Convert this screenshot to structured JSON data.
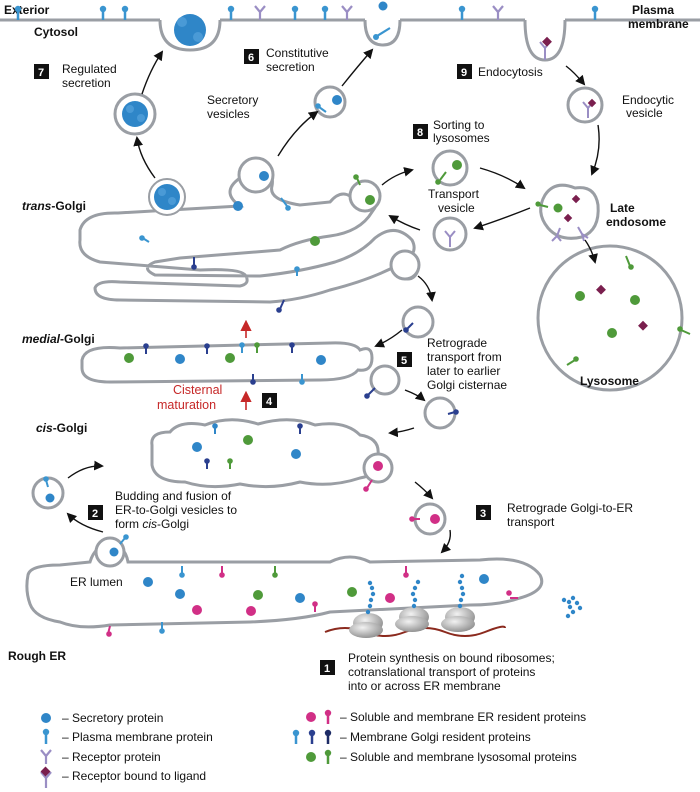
{
  "labels": {
    "exterior": "Exterior",
    "plasma_membrane": "Plasma",
    "plasma_membrane_2": "membrane",
    "cytosol": "Cytosol",
    "trans_golgi_prefix": "trans",
    "trans_golgi_suffix": "-Golgi",
    "medial_golgi_prefix": "medial",
    "medial_golgi_suffix": "-Golgi",
    "cis_golgi_prefix": "cis",
    "cis_golgi_suffix": "-Golgi",
    "rough_er": "Rough ER",
    "er_lumen": "ER lumen",
    "secretory_vesicles_1": "Secretory",
    "secretory_vesicles_2": "vesicles",
    "transport_vesicle_1": "Transport",
    "transport_vesicle_2": "vesicle",
    "endocytic_vesicle_1": "Endocytic",
    "endocytic_vesicle_2": "vesicle",
    "late_endosome_1": "Late",
    "late_endosome_2": "endosome",
    "lysosome": "Lysosome",
    "cisternal_maturation_1": "Cisternal",
    "cisternal_maturation_2": "maturation"
  },
  "steps": [
    {
      "num": "1",
      "lines": [
        "Protein synthesis on bound ribosomes;",
        "cotranslational transport of proteins",
        "into or across ER membrane"
      ]
    },
    {
      "num": "2",
      "lines": [
        "Budding and fusion of",
        "ER-to-Golgi vesicles to",
        "form cis-Golgi"
      ]
    },
    {
      "num": "3",
      "lines": [
        "Retrograde Golgi-to-ER",
        "transport"
      ]
    },
    {
      "num": "4",
      "lines": []
    },
    {
      "num": "5",
      "lines": [
        "Retrograde",
        "transport from",
        "later to earlier",
        "Golgi cisternae"
      ]
    },
    {
      "num": "6",
      "lines": [
        "Constitutive",
        "secretion"
      ]
    },
    {
      "num": "7",
      "lines": [
        "Regulated",
        "secretion"
      ]
    },
    {
      "num": "8",
      "lines": [
        "Sorting to",
        "lysosomes"
      ]
    },
    {
      "num": "9",
      "lines": [
        "Endocytosis"
      ]
    }
  ],
  "legend": [
    {
      "icon": "secretory-protein-icon",
      "text": "– Secretory protein"
    },
    {
      "icon": "plasma-membrane-protein-icon",
      "text": "– Plasma membrane protein"
    },
    {
      "icon": "receptor-protein-icon",
      "text": "– Receptor protein"
    },
    {
      "icon": "receptor-ligand-icon",
      "text": "– Receptor bound to ligand"
    },
    {
      "icon": "er-resident-protein-icon",
      "text": "– Soluble and membrane ER resident proteins"
    },
    {
      "icon": "golgi-resident-protein-icon",
      "text": "– Membrane Golgi resident proteins"
    },
    {
      "icon": "lysosomal-protein-icon",
      "text": "– Soluble and membrane lysosomal proteins"
    }
  ],
  "colors": {
    "secretory": "#2f86c8",
    "plasma_protein": "#3a95d0",
    "receptor": "#9a8ec4",
    "ligand": "#7a1f4e",
    "er_resident": "#d12f86",
    "golgi_resident": "#2a3f8f",
    "lysosomal": "#4f9a3a",
    "membrane": "#9a9ea4",
    "mrna": "#8b2a1e",
    "cisternal_arrow": "#c62828"
  }
}
